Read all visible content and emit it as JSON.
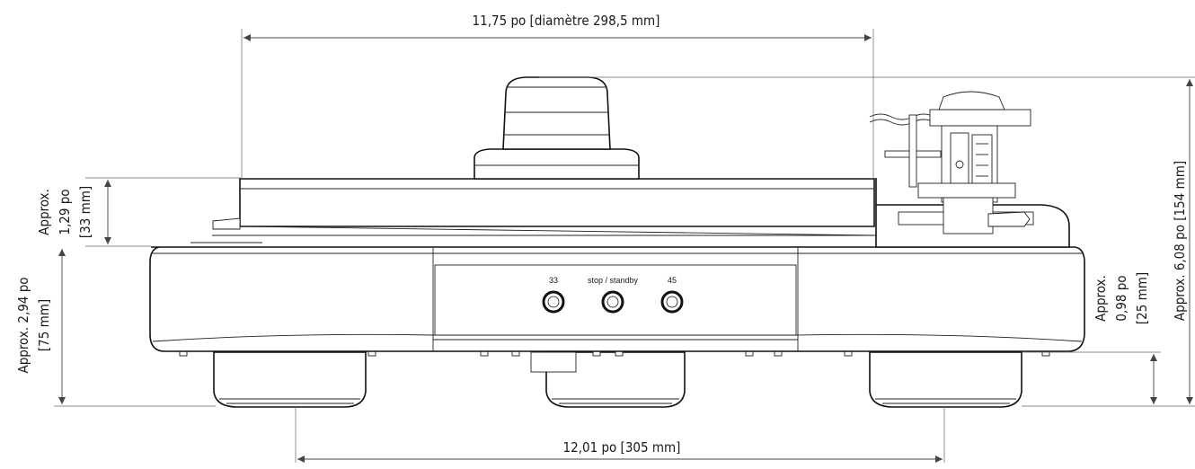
{
  "dimensions": {
    "top_width": "11,75 po [diamètre 298,5 mm]",
    "bottom_width": "12,01 po [305 mm]",
    "platter_height": {
      "line1": "Approx.",
      "line2": "1,29 po",
      "line3": "[33 mm]"
    },
    "plinth_height": {
      "line1": "Approx. 2,94 po",
      "line2": "[75 mm]"
    },
    "foot_height": {
      "line1": "Approx.",
      "line2": "0,98 po",
      "line3": "[25 mm]"
    },
    "total_height": "Approx. 6,08 po [154 mm]"
  },
  "buttons": {
    "left": "33",
    "center": "stop / standby",
    "right": "45"
  },
  "colors": {
    "line": "#1a1a1a",
    "background": "#ffffff"
  }
}
